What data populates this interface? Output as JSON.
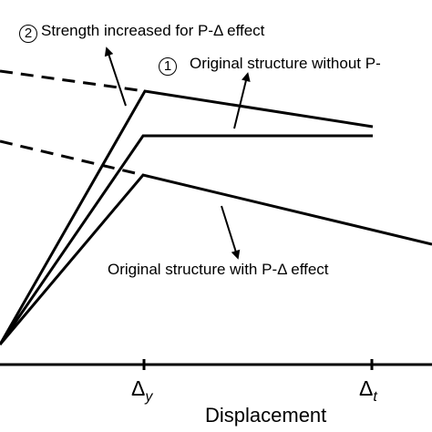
{
  "annotations": {
    "label2": {
      "marker": "2",
      "text": "Strength increased for P-Δ effect"
    },
    "label1": {
      "marker": "1",
      "text": "Original structure without P-"
    },
    "label3": {
      "text": "Original structure with P-Δ effect"
    }
  },
  "axis": {
    "xlabel": "Displacement",
    "ticks": [
      {
        "symbol": "Δ",
        "sub": "y"
      },
      {
        "symbol": "Δ",
        "sub": "t"
      }
    ]
  },
  "style": {
    "line_color": "#000000",
    "background": "#ffffff"
  }
}
